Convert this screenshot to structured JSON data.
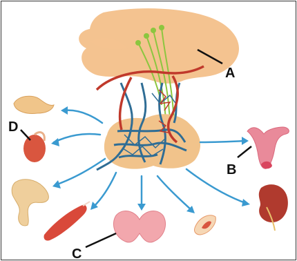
{
  "labels": {
    "a": "A",
    "b": "B",
    "c": "C",
    "d": "D"
  },
  "colors": {
    "hypothalamus": "#f4c390",
    "pituitary": "#f1c38b",
    "vein": "#2f6d95",
    "artery": "#c0392b",
    "nerve": "#8cc63f",
    "arrow": "#3a9ad0",
    "thyroid": "#f2a7ad",
    "kidney": "#b03a2e",
    "uterus": "#e98a9a",
    "muscle": "#d9493a",
    "bone": "#efcf9c",
    "adrenal": "#f0c58a",
    "gonad": "#d9563f",
    "border": "#333333"
  }
}
